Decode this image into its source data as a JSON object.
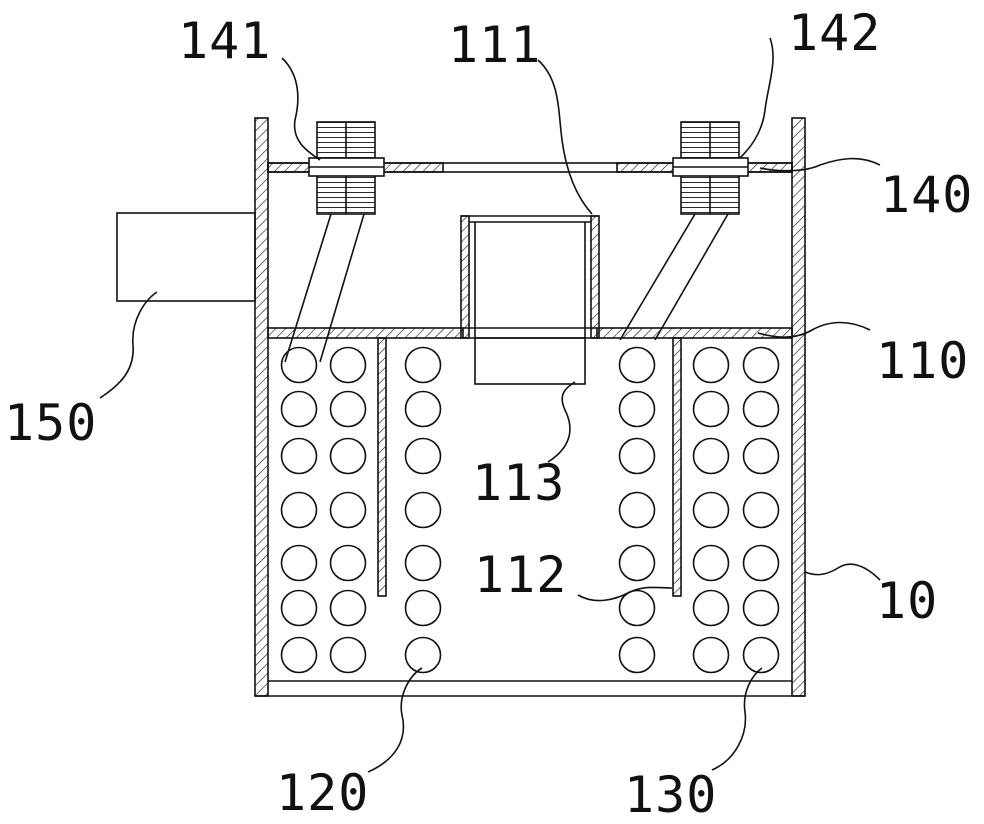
{
  "figure": {
    "reference_numerals": {
      "n141": "141",
      "n111": "111",
      "n142": "142",
      "n140": "140",
      "n110": "110",
      "n150": "150",
      "n113": "113",
      "n112": "112",
      "n10": "10",
      "n120": "120",
      "n130": "130"
    },
    "line_color": "#111111",
    "background": "#ffffff"
  }
}
